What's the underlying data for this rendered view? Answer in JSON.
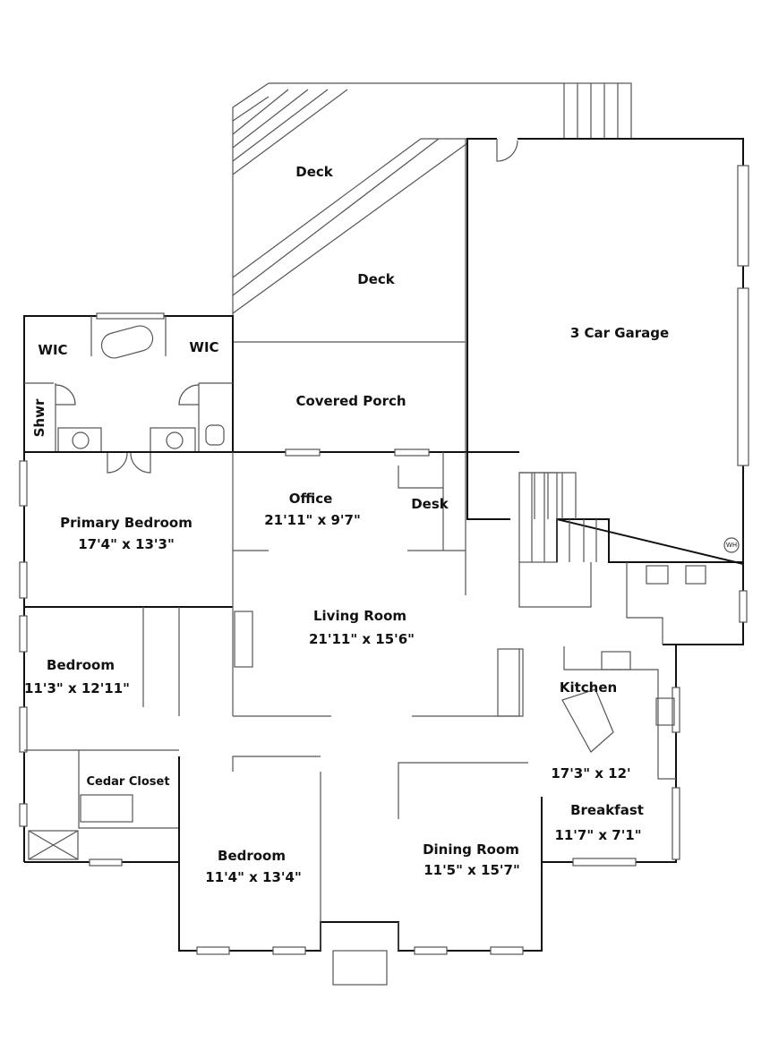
{
  "rooms": {
    "deck_upper": {
      "name": "Deck"
    },
    "deck_lower": {
      "name": "Deck"
    },
    "garage": {
      "name": "3 Car Garage"
    },
    "wic_left": {
      "name": "WIC"
    },
    "wic_right": {
      "name": "WIC"
    },
    "covered_porch": {
      "name": "Covered Porch"
    },
    "shower": {
      "name": "Shwr"
    },
    "office": {
      "name": "Office",
      "size": "21'11\" x 9'7\""
    },
    "desk": {
      "name": "Desk"
    },
    "primary_bedroom": {
      "name": "Primary Bedroom",
      "size": "17'4\" x 13'3\""
    },
    "living_room": {
      "name": "Living Room",
      "size": "21'11\" x 15'6\""
    },
    "bedroom_left": {
      "name": "Bedroom",
      "size": "11'3\" x 12'11\""
    },
    "kitchen": {
      "name": "Kitchen",
      "size": "17'3\" x 12'"
    },
    "cedar_closet": {
      "name": "Cedar Closet"
    },
    "breakfast": {
      "name": "Breakfast",
      "size": "11'7\" x 7'1\""
    },
    "bedroom_front": {
      "name": "Bedroom",
      "size": "11'4\" x 13'4\""
    },
    "dining_room": {
      "name": "Dining Room",
      "size": "11'5\" x 15'7\""
    },
    "water_heater": {
      "name": "WH"
    }
  }
}
